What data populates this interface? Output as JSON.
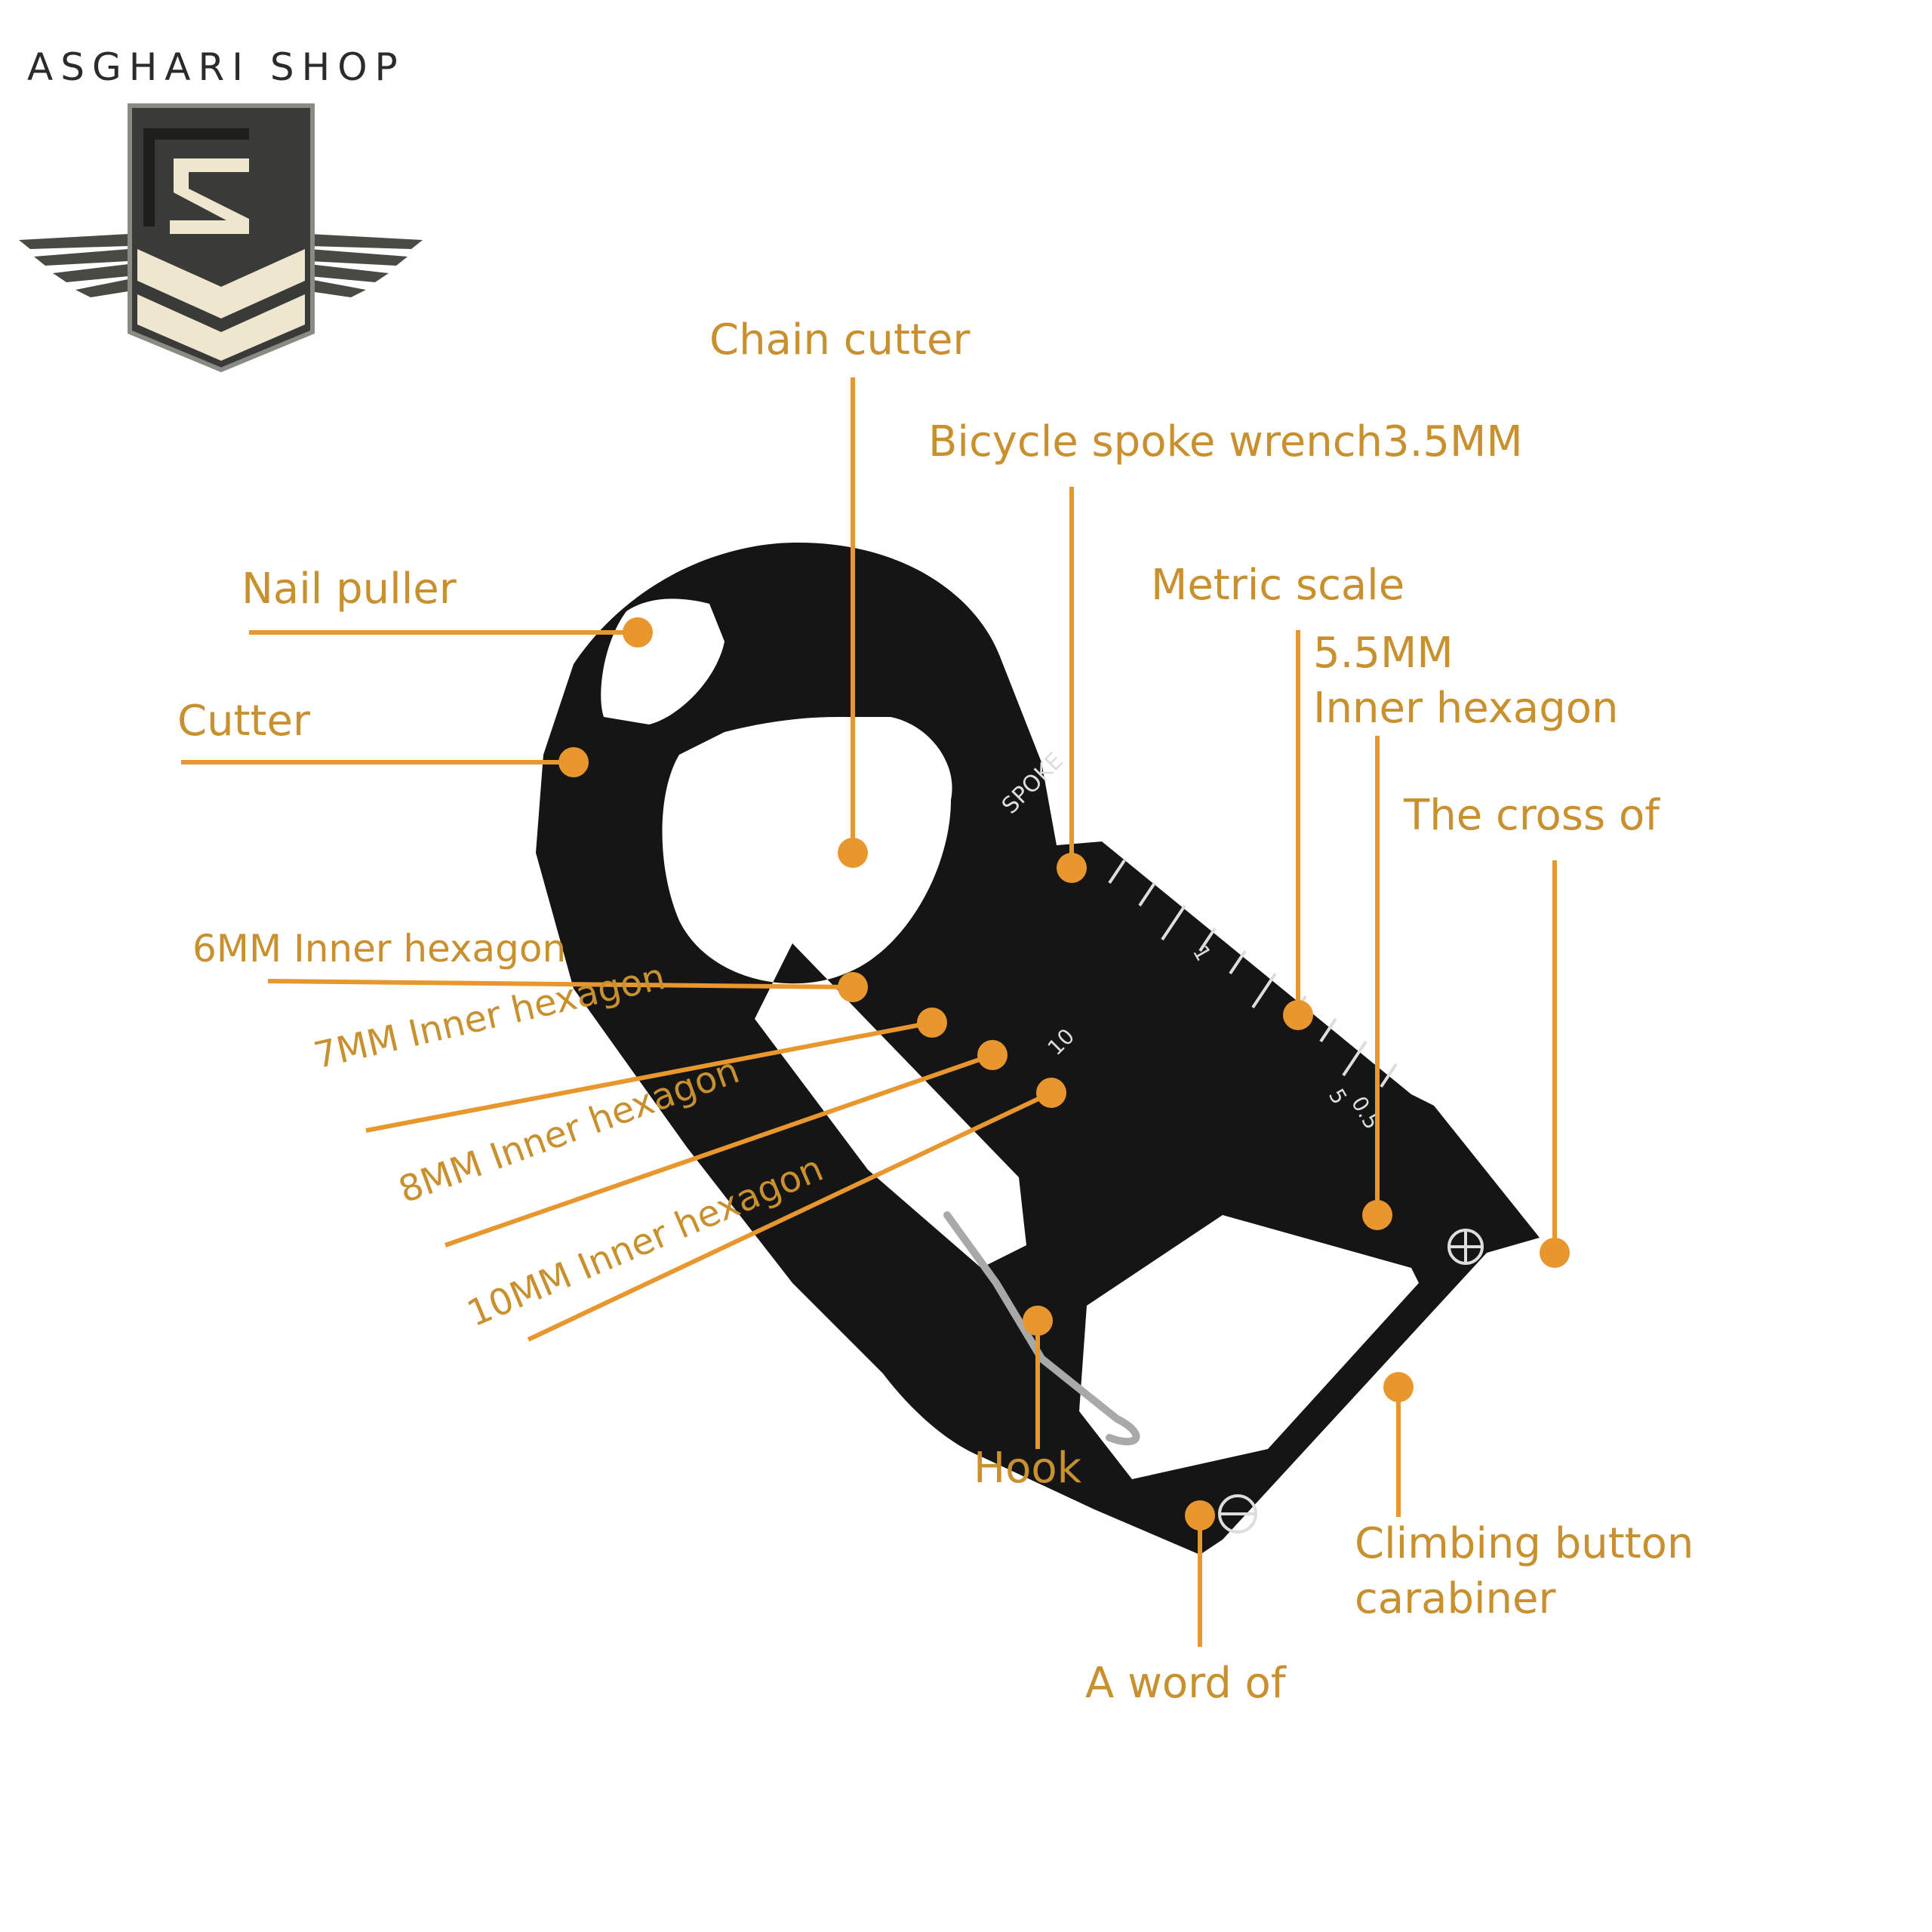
{
  "brand": {
    "shop_name": "ASGHARI SHOP",
    "logo_initials": "AS"
  },
  "product": {
    "engraving_spoke": "SPOKE",
    "scale_marks": [
      "1",
      "5",
      "0.5",
      "10"
    ]
  },
  "colors": {
    "accent": "#e8962e",
    "label": "#c8902e",
    "tool": "#151515",
    "logo_dark": "#3a3a38",
    "logo_cream": "#efe6d0"
  },
  "callouts": [
    {
      "id": "chain-cutter",
      "lines": [
        "Chain cutter"
      ]
    },
    {
      "id": "bicycle-spoke-wrench",
      "lines": [
        "Bicycle spoke wrench3.5MM"
      ]
    },
    {
      "id": "metric-scale",
      "lines": [
        "Metric scale"
      ]
    },
    {
      "id": "hexagon-5-5mm",
      "lines": [
        "5.5MM",
        "Inner hexagon"
      ]
    },
    {
      "id": "nail-puller",
      "lines": [
        "Nail puller"
      ]
    },
    {
      "id": "cutter",
      "lines": [
        "Cutter"
      ]
    },
    {
      "id": "cross-screwdriver",
      "lines": [
        "The cross of"
      ]
    },
    {
      "id": "hexagon-6mm",
      "lines": [
        "6MM Inner hexagon"
      ]
    },
    {
      "id": "hexagon-7mm",
      "lines": [
        "7MM Inner hexagon"
      ]
    },
    {
      "id": "hexagon-8mm",
      "lines": [
        "8MM Inner hexagon"
      ]
    },
    {
      "id": "hexagon-10mm",
      "lines": [
        "10MM Inner hexagon"
      ]
    },
    {
      "id": "hook",
      "lines": [
        "Hook"
      ]
    },
    {
      "id": "climbing-carabiner",
      "lines": [
        "Climbing button",
        "carabiner"
      ]
    },
    {
      "id": "flat-screwdriver",
      "lines": [
        "A word of"
      ]
    }
  ]
}
